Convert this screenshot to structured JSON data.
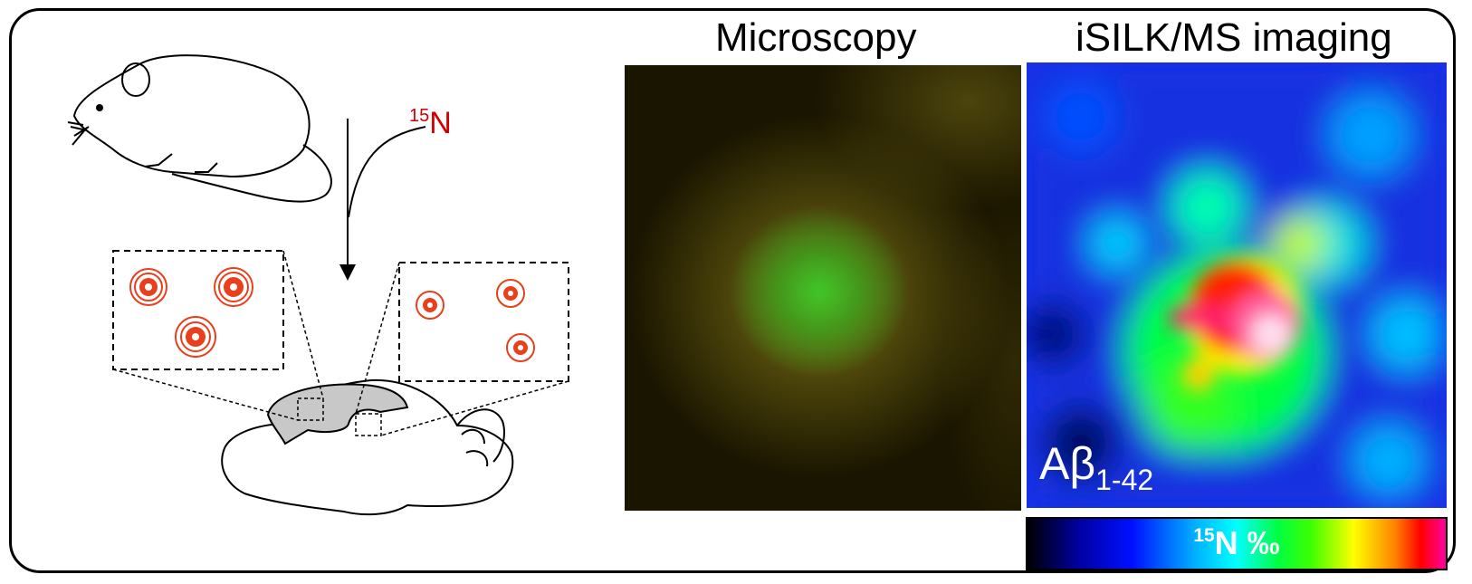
{
  "panels": {
    "microscopy_title": "Microscopy",
    "ms_title": "iSILK/MS imaging"
  },
  "isotope_label": {
    "superscript": "15",
    "element": "N"
  },
  "ms_overlay": {
    "peptide": "Aβ",
    "subscript": "1-42"
  },
  "colorbar": {
    "superscript": "15",
    "label": "N ‰"
  },
  "colors": {
    "isotope_red": "#d20000",
    "plaque_red": "#e8401c"
  }
}
